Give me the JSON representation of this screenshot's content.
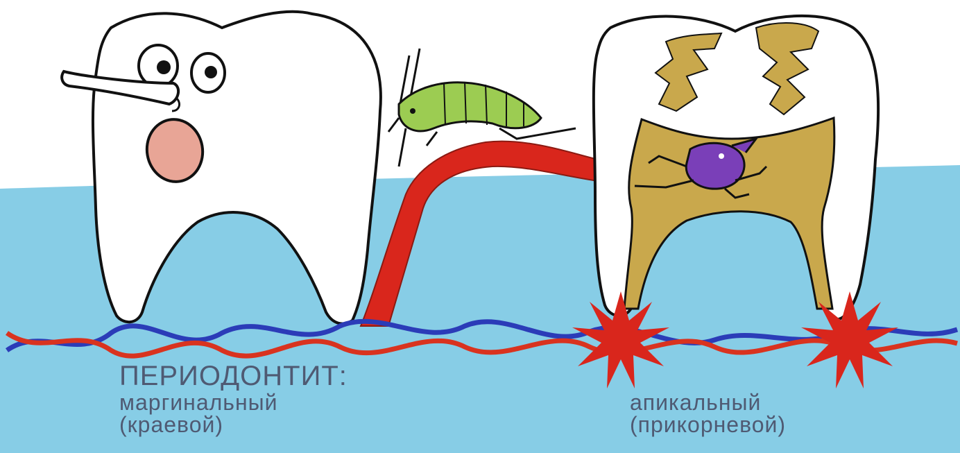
{
  "labels": {
    "title": "ПЕРИОДОНТИТ:",
    "marginal": "маргинальный",
    "marginal_paren": "(краевой)",
    "apical": "апикальный",
    "apical_paren": "(прикорневой)"
  },
  "colors": {
    "gum": "#87cde6",
    "gum_light": "#a7dcee",
    "tooth": "#ffffff",
    "outline": "#111111",
    "inflammation": "#d9261c",
    "vessel_blue": "#2b3cb8",
    "vessel_red": "#d9331f",
    "caries": "#c9a84c",
    "pulp": "#b39a3a",
    "microbe_green": "#9ccc52",
    "microbe_purple": "#7a3fb8",
    "mouth": "#e8a596"
  }
}
